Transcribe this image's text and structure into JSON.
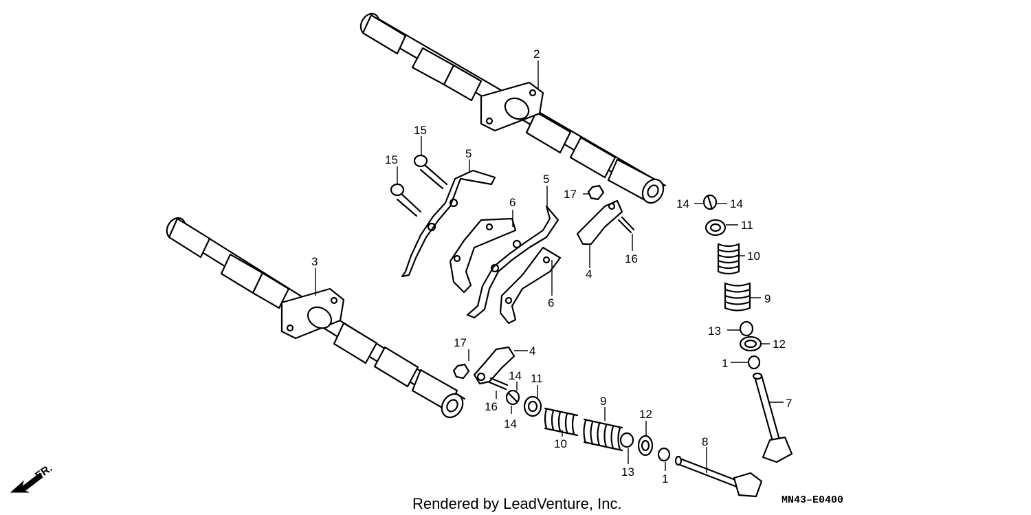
{
  "footer": {
    "rendered_by": "Rendered by LeadVenture, Inc.",
    "diagram_code": "MN43–E0400"
  },
  "direction": {
    "label": "FR."
  },
  "callouts": {
    "c2": "2",
    "c3": "3",
    "c15a": "15",
    "c15b": "15",
    "c5a": "5",
    "c5b": "5",
    "c6a": "6",
    "c6b": "6",
    "c17a": "17",
    "c17b": "17",
    "c4a": "4",
    "c4b": "4",
    "c16a": "16",
    "c16b": "16",
    "c14a": "14",
    "c14b": "14",
    "c14c": "14",
    "c14d": "14",
    "c11a": "11",
    "c11b": "11",
    "c10a": "10",
    "c10b": "10",
    "c9a": "9",
    "c9b": "9",
    "c13a": "13",
    "c13b": "13",
    "c12a": "12",
    "c12b": "12",
    "c1a": "1",
    "c1b": "1",
    "c7": "7",
    "c8": "8"
  }
}
